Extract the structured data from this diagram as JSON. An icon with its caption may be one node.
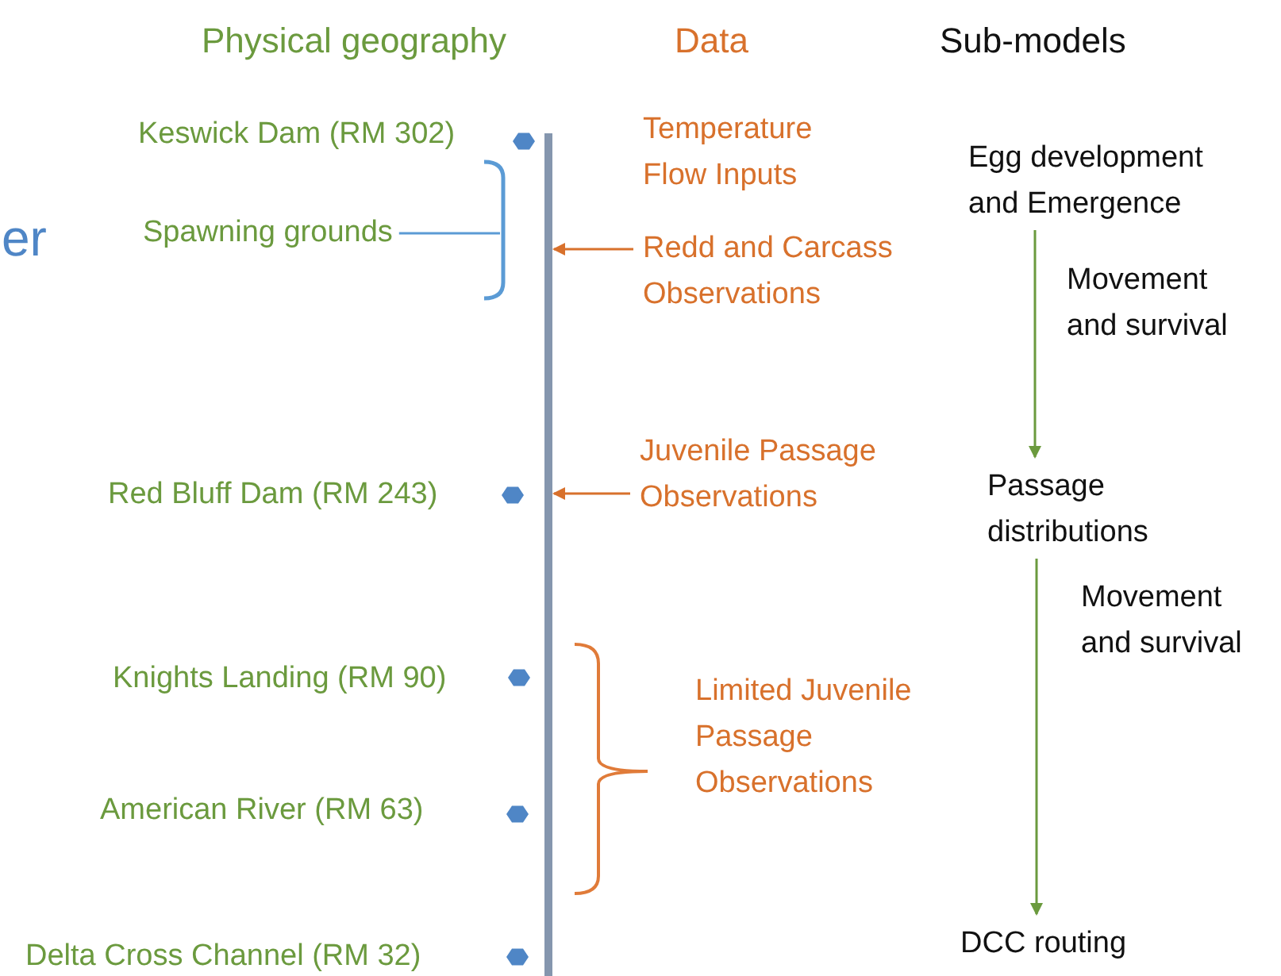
{
  "diagram": {
    "nodes": [
      {
        "text": [],
        "shape": "bar"
      },
      {
        "text": [
          "Keswick Dam (RM 302)"
        ]
      },
      {
        "text": [
          "Spawning grounds"
        ]
      },
      {
        "text": [
          "Red Bluff Dam (RM 243)"
        ]
      },
      {
        "text": [
          "Knights Landing (RM 90)"
        ]
      },
      {
        "text": [
          "American River  (RM 63)"
        ]
      },
      {
        "text": [
          "Delta Cross Channel (RM 32)"
        ]
      },
      {
        "text": [
          "Temperature Flow Inputs"
        ]
      },
      {
        "text": [
          "Redd and Carcass Observations"
        ]
      },
      {
        "text": [
          "Juvenile Passage Observations"
        ]
      },
      {
        "text": [
          "Limited Juvenile Passage Observations"
        ]
      },
      {
        "text": [
          "Egg development and Emergence"
        ]
      },
      {
        "text": [
          "Passage distributions"
        ]
      },
      {
        "text": [
          "DCC routing"
        ]
      },
      {
        "text": [],
        "shape": "bracket"
      }
    ],
    "edges": [
      {
        "from": 2,
        "to": 14,
        "arrow": "none",
        "color": "#5b9bd5"
      },
      {
        "from": 8,
        "to": 0,
        "arrow": "to",
        "color": "#d8712c"
      },
      {
        "from": 9,
        "to": 0,
        "arrow": "to",
        "color": "#d8712c"
      },
      {
        "from": 11,
        "to": 12,
        "arrow": "to",
        "label": "Movement and survival",
        "color": "#6b9a3e"
      },
      {
        "from": 12,
        "to": 13,
        "arrow": "to",
        "label": "Movement and survival",
        "color": "#6b9a3e"
      }
    ],
    "labels": [
      "Physical geography",
      "Data",
      "Sub-models",
      "er"
    ]
  }
}
